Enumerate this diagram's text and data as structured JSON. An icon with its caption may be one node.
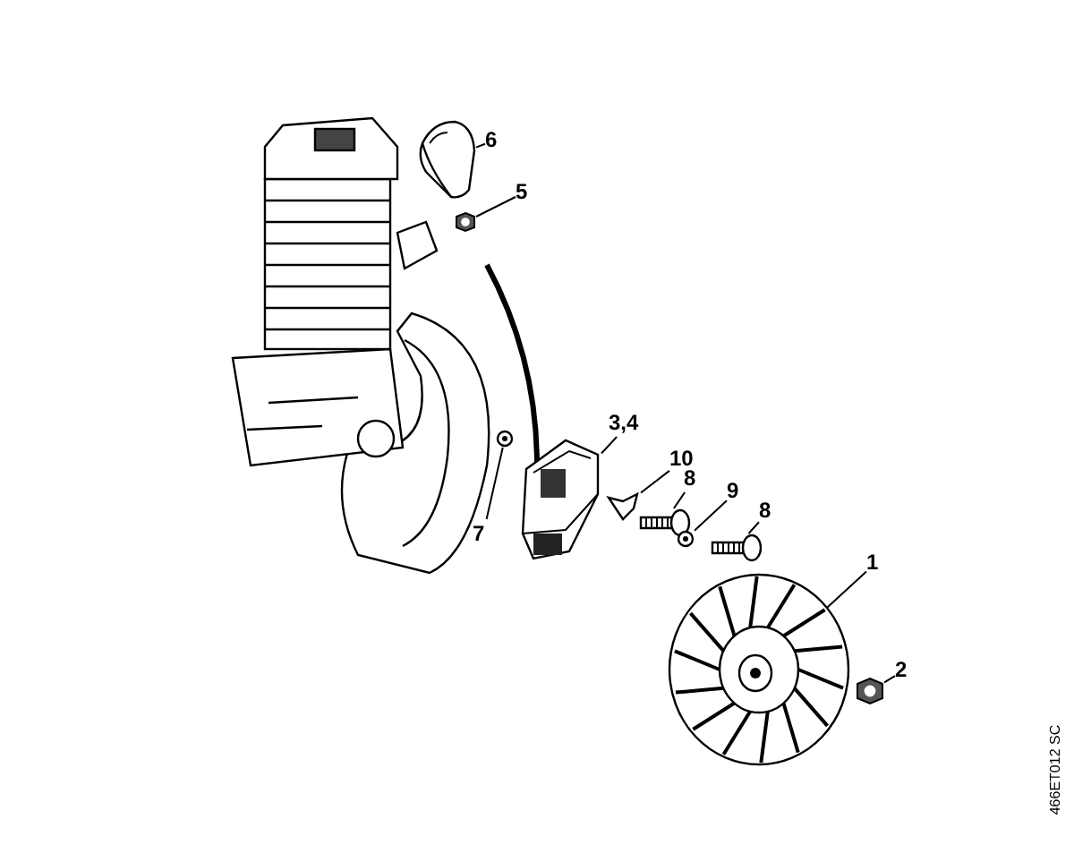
{
  "diagram": {
    "nodes": [
      {
        "text": [
          "6"
        ]
      },
      {
        "text": [
          "5"
        ]
      },
      {
        "text": [
          "3,4"
        ]
      },
      {
        "text": [
          "10"
        ]
      },
      {
        "text": [
          "8"
        ]
      },
      {
        "text": [
          "9"
        ]
      },
      {
        "text": [
          "8"
        ]
      },
      {
        "text": [
          "7"
        ]
      },
      {
        "text": [
          "1"
        ]
      },
      {
        "text": [
          "2"
        ]
      },
      {
        "text": [],
        "shape": "picture"
      },
      {
        "text": [],
        "shape": "picture"
      },
      {
        "text": [],
        "shape": "picture"
      },
      {
        "text": [],
        "shape": "picture"
      },
      {
        "text": [],
        "shape": "picture"
      },
      {
        "text": [],
        "shape": "picture"
      },
      {
        "text": [],
        "shape": "picture"
      },
      {
        "text": [],
        "shape": "picture"
      },
      {
        "text": [],
        "shape": "picture"
      },
      {
        "text": [],
        "shape": "picture"
      }
    ],
    "edges": [
      {
        "from": 0,
        "to": 10,
        "arrow": "none"
      },
      {
        "from": 1,
        "to": 11,
        "arrow": "none"
      },
      {
        "from": 2,
        "to": 12,
        "arrow": "none"
      },
      {
        "from": 3,
        "to": 13,
        "arrow": "none"
      },
      {
        "from": 4,
        "to": 14,
        "arrow": "none"
      },
      {
        "from": 5,
        "to": 15,
        "arrow": "none"
      },
      {
        "from": 6,
        "to": 16,
        "arrow": "none"
      },
      {
        "from": 7,
        "to": 17,
        "arrow": "none"
      },
      {
        "from": 8,
        "to": 18,
        "arrow": "none"
      },
      {
        "from": 9,
        "to": 19,
        "arrow": "none"
      }
    ],
    "labels": [
      "466ET012 SC"
    ]
  }
}
